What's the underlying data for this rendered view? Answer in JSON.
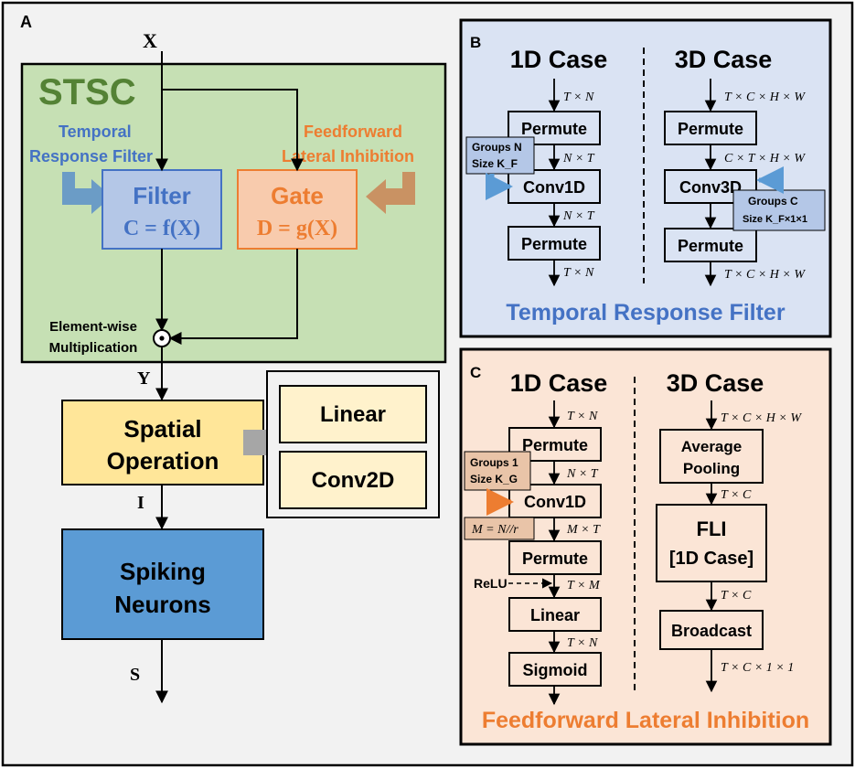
{
  "panels": {
    "a": {
      "letter": "A",
      "x": "X",
      "y": "Y",
      "i": "I",
      "s": "S",
      "stsc": "STSC",
      "trf_line1": "Temporal",
      "trf_line2": "Response Filter",
      "fli_line1": "Feedforward",
      "fli_line2": "Lateral Inhibition",
      "filter_title": "Filter",
      "filter_eq": "C = f(X)",
      "gate_title": "Gate",
      "gate_eq": "D = g(X)",
      "mult_line1": "Element-wise",
      "mult_line2": "Multiplication",
      "spatial_line1": "Spatial",
      "spatial_line2": "Operation",
      "linear": "Linear",
      "conv2d": "Conv2D",
      "spiking_line1": "Spiking",
      "spiking_line2": "Neurons"
    },
    "b": {
      "letter": "B",
      "title_1d": "1D Case",
      "title_3d": "3D Case",
      "footer": "Temporal Response Filter",
      "permute": "Permute",
      "conv1d": "Conv1D",
      "conv3d": "Conv3D",
      "groups_1d": "Groups N",
      "size_1d": "Size K_F",
      "groups_3d": "Groups C",
      "size_3d": "Size K_F×1×1",
      "shape_tn": "T × N",
      "shape_nt": "N × T",
      "shape_tchw": "T × C × H × W",
      "shape_cthw": "C × T × H × W"
    },
    "c": {
      "letter": "C",
      "title_1d": "1D Case",
      "title_3d": "3D Case",
      "footer": "Feedforward Lateral Inhibition",
      "permute": "Permute",
      "conv1d": "Conv1D",
      "linear": "Linear",
      "sigmoid": "Sigmoid",
      "relu": "ReLU",
      "groups": "Groups 1",
      "size": "Size K_G",
      "m_eq": "M = N//r",
      "shape_tn": "T × N",
      "shape_nt": "N × T",
      "shape_mt": "M × T",
      "shape_tm": "T × M",
      "avg_line1": "Average",
      "avg_line2": "Pooling",
      "fli_line1": "FLI",
      "fli_line2": "[1D Case]",
      "broadcast": "Broadcast",
      "shape_tchw": "T × C × H × W",
      "shape_tc": "T × C",
      "shape_tc11": "T × C × 1 × 1"
    }
  },
  "colors": {
    "outer_bg": "#f2f2f2",
    "stsc_bg": "#c6e0b4",
    "stsc_title": "#548235",
    "filter_bg": "#b4c7e7",
    "filter_text": "#4472c4",
    "gate_bg": "#f8cbad",
    "gate_text": "#ed7d31",
    "spatial_bg": "#ffe699",
    "option_bg": "#fff2cc",
    "spiking_bg": "#5b9bd5",
    "panel_b_bg": "#dae3f3",
    "panel_c_bg": "#fbe5d6",
    "label_b_bg": "#b4c7e7",
    "label_c_bg": "#e9c4a8"
  }
}
